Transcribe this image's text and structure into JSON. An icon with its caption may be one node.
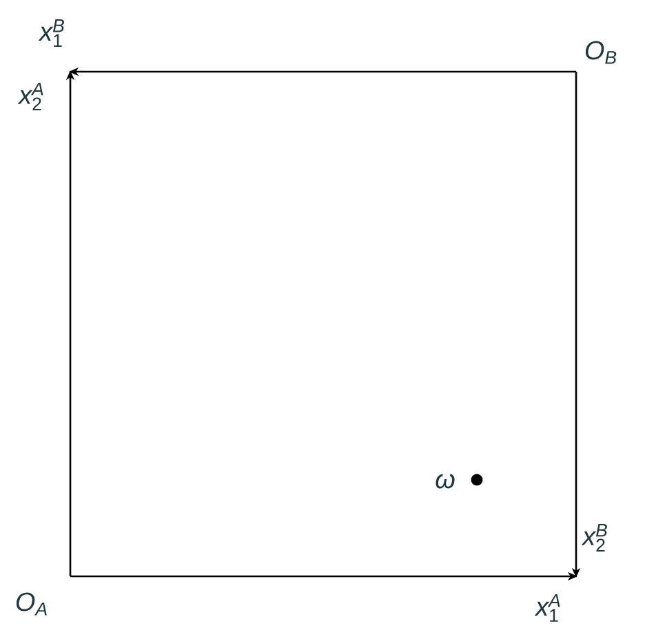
{
  "diagram": {
    "labels": [
      "x_1^B",
      "O_B",
      "x_2^A",
      "\\omega",
      "x_2^B",
      "O_A",
      "x_1^A"
    ]
  }
}
